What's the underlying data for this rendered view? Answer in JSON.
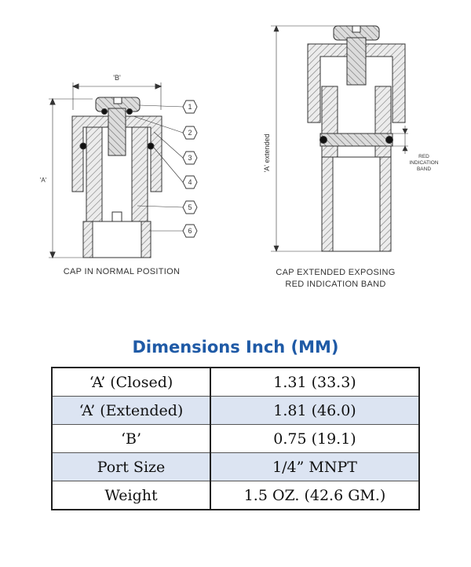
{
  "diagram": {
    "dimension_a": "'A'",
    "dimension_a_extended": "'A' extended",
    "dimension_b": "'B'",
    "callouts": [
      "1",
      "2",
      "3",
      "4",
      "5",
      "6"
    ],
    "red_band_label": [
      "RED",
      "INDICATION",
      "BAND"
    ]
  },
  "captions": {
    "left": "CAP IN NORMAL POSITION",
    "right_line1": "CAP EXTENDED EXPOSING",
    "right_line2": "RED INDICATION BAND"
  },
  "table": {
    "title": "Dimensions Inch (MM)",
    "rows": [
      {
        "label": "‘A’ (Closed)",
        "value": "1.31 (33.3)",
        "shaded": false
      },
      {
        "label": "‘A’ (Extended)",
        "value": "1.81 (46.0)",
        "shaded": true
      },
      {
        "label": "‘B’",
        "value": "0.75 (19.1)",
        "shaded": false
      },
      {
        "label": "Port Size",
        "value": "1/4” MNPT",
        "shaded": true
      },
      {
        "label": "Weight",
        "value": "1.5 OZ. (42.6 GM.)",
        "shaded": false
      }
    ]
  },
  "colors": {
    "title_blue": "#1f5aa6",
    "row_shade": "#dce4f2",
    "line": "#333333",
    "part_fill": "#e6e6e6",
    "hatch": "#7a7a7a",
    "o_ring": "#111111"
  }
}
